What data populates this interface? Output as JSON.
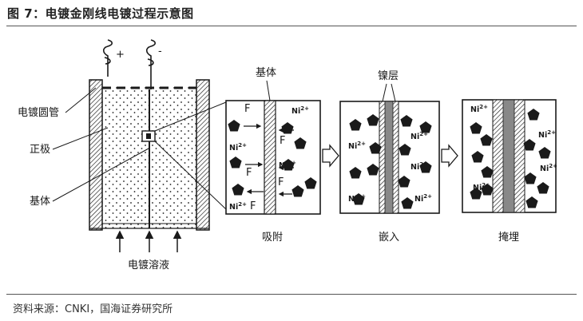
{
  "figure": {
    "title": "图 7：电镀金刚线电镀过程示意图",
    "source": "资料来源：CNKI，国海证券研究所"
  },
  "labels": {
    "plus": "+",
    "minus": "-",
    "tube": "电镀圆管",
    "anode": "正极",
    "substrate_left": "基体",
    "solution": "电镀溶液",
    "substrate_top": "基体",
    "nickel_layer": "镍层",
    "stage_adsorb": "吸附",
    "stage_embed": "嵌入",
    "stage_bury": "掩埋",
    "ion": "Ni",
    "ion_sup": "2+",
    "f": "F"
  },
  "colors": {
    "ink": "#1a1a1a",
    "rule": "#555555",
    "background": "#ffffff"
  }
}
